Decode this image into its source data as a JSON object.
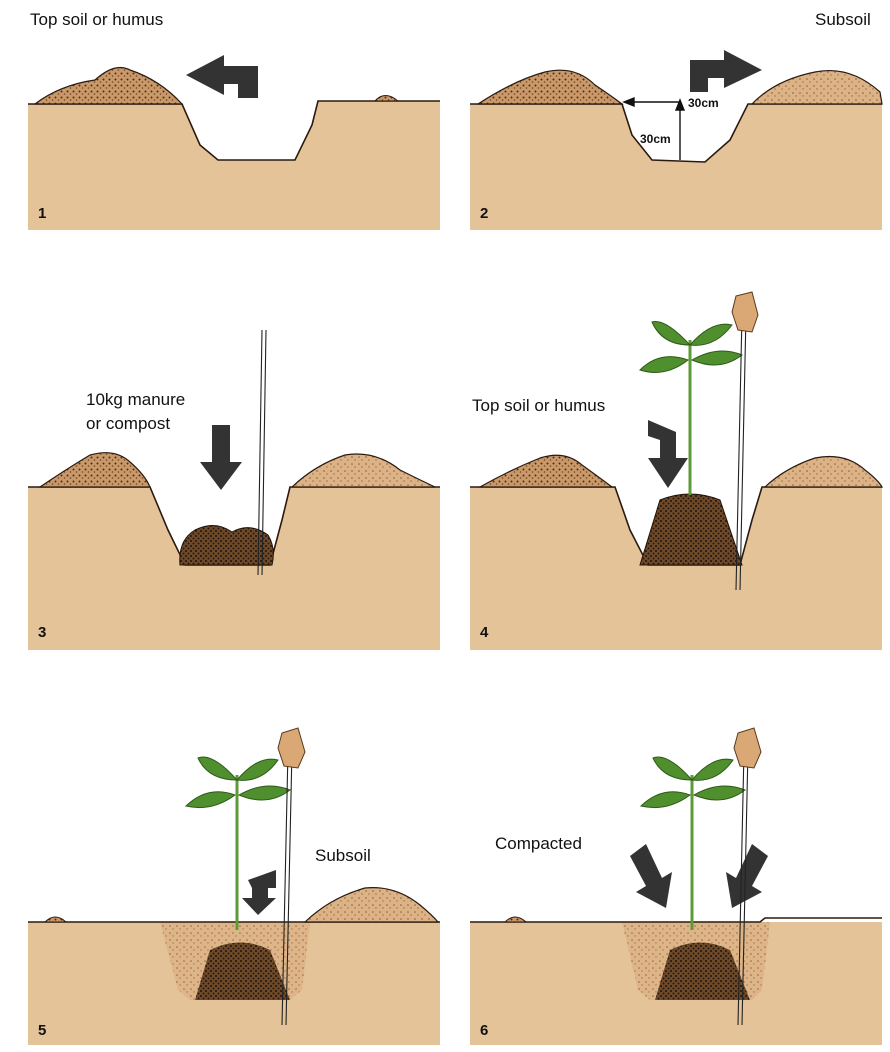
{
  "panels": [
    {
      "number": "1",
      "label": "Top soil or humus"
    },
    {
      "number": "2",
      "label": "Subsoil",
      "depth_label": "30cm",
      "width_label": "30cm"
    },
    {
      "number": "3",
      "label": "10kg manure\nor compost"
    },
    {
      "number": "4",
      "label": "Top soil or humus"
    },
    {
      "number": "5",
      "label": "Subsoil"
    },
    {
      "number": "6",
      "label": "Compacted"
    }
  ],
  "colors": {
    "soil": "#e5c398",
    "soil_dark": "#3b2616",
    "arrow": "#333333",
    "leaf": "#4f8f2e",
    "stem": "#5d9a38",
    "tag": "#d9a874"
  },
  "icons": [
    "arrow-icon",
    "seedling-icon",
    "stake-icon",
    "tag-icon"
  ]
}
